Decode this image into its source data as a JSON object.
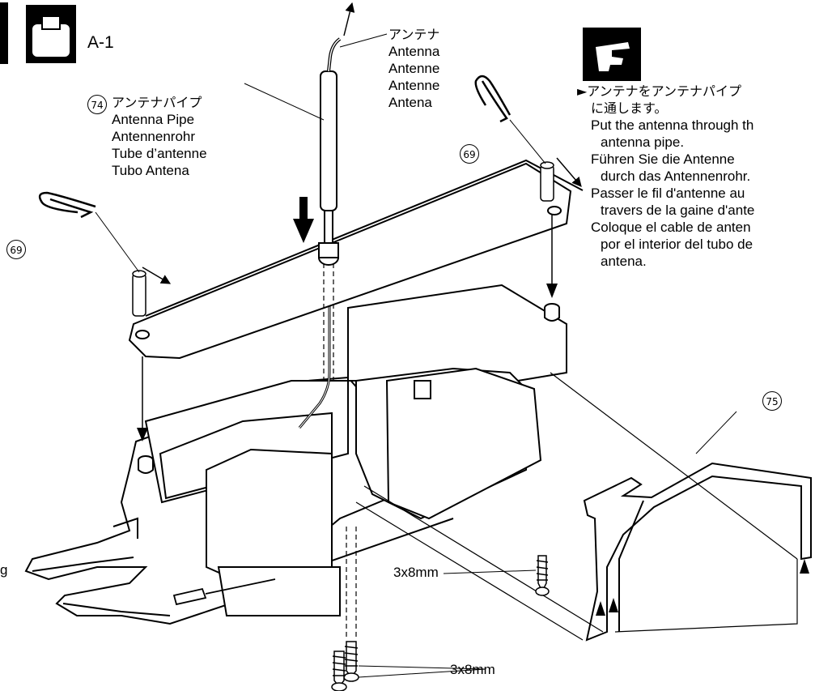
{
  "step": {
    "label": "A-1"
  },
  "labels": {
    "antenna": {
      "jp": "アンテナ",
      "en": "Antenna",
      "de": "Antenne",
      "fr": "Antenne",
      "es": "Antena"
    },
    "antenna_pipe": {
      "part_no": "74",
      "jp": "アンテナパイプ",
      "en": "Antenna Pipe",
      "de": "Antennenrohr",
      "fr": "Tube d’antenne",
      "es": "Tubo Antena"
    },
    "clip_left": {
      "part_no": "69"
    },
    "clip_right": {
      "part_no": "69"
    },
    "bumper": {
      "part_no": "75"
    },
    "screw_right": "3x8mm",
    "screw_bottom": "3x8mm",
    "edge_fragment": "g"
  },
  "instruction": {
    "jp_line1": "►アンテナをアンテナパイプ",
    "jp_line2": "に通します。",
    "en_line1": "Put the antenna through th",
    "en_line2": "antenna pipe.",
    "de_line1": "Führen Sie die Antenne",
    "de_line2": "durch das Antennenrohr.",
    "fr_line1": "Passer le fil d'antenne au",
    "fr_line2": "travers de la gaine d'ante",
    "es_line1": "Coloque el cable de anten",
    "es_line2": "por el interior del tubo de",
    "es_line3": "antena."
  },
  "icons": {
    "step": "rc-receiver-box-icon",
    "hint": "pointing-hand-icon"
  },
  "colors": {
    "ink": "#000000",
    "paper": "#ffffff"
  }
}
